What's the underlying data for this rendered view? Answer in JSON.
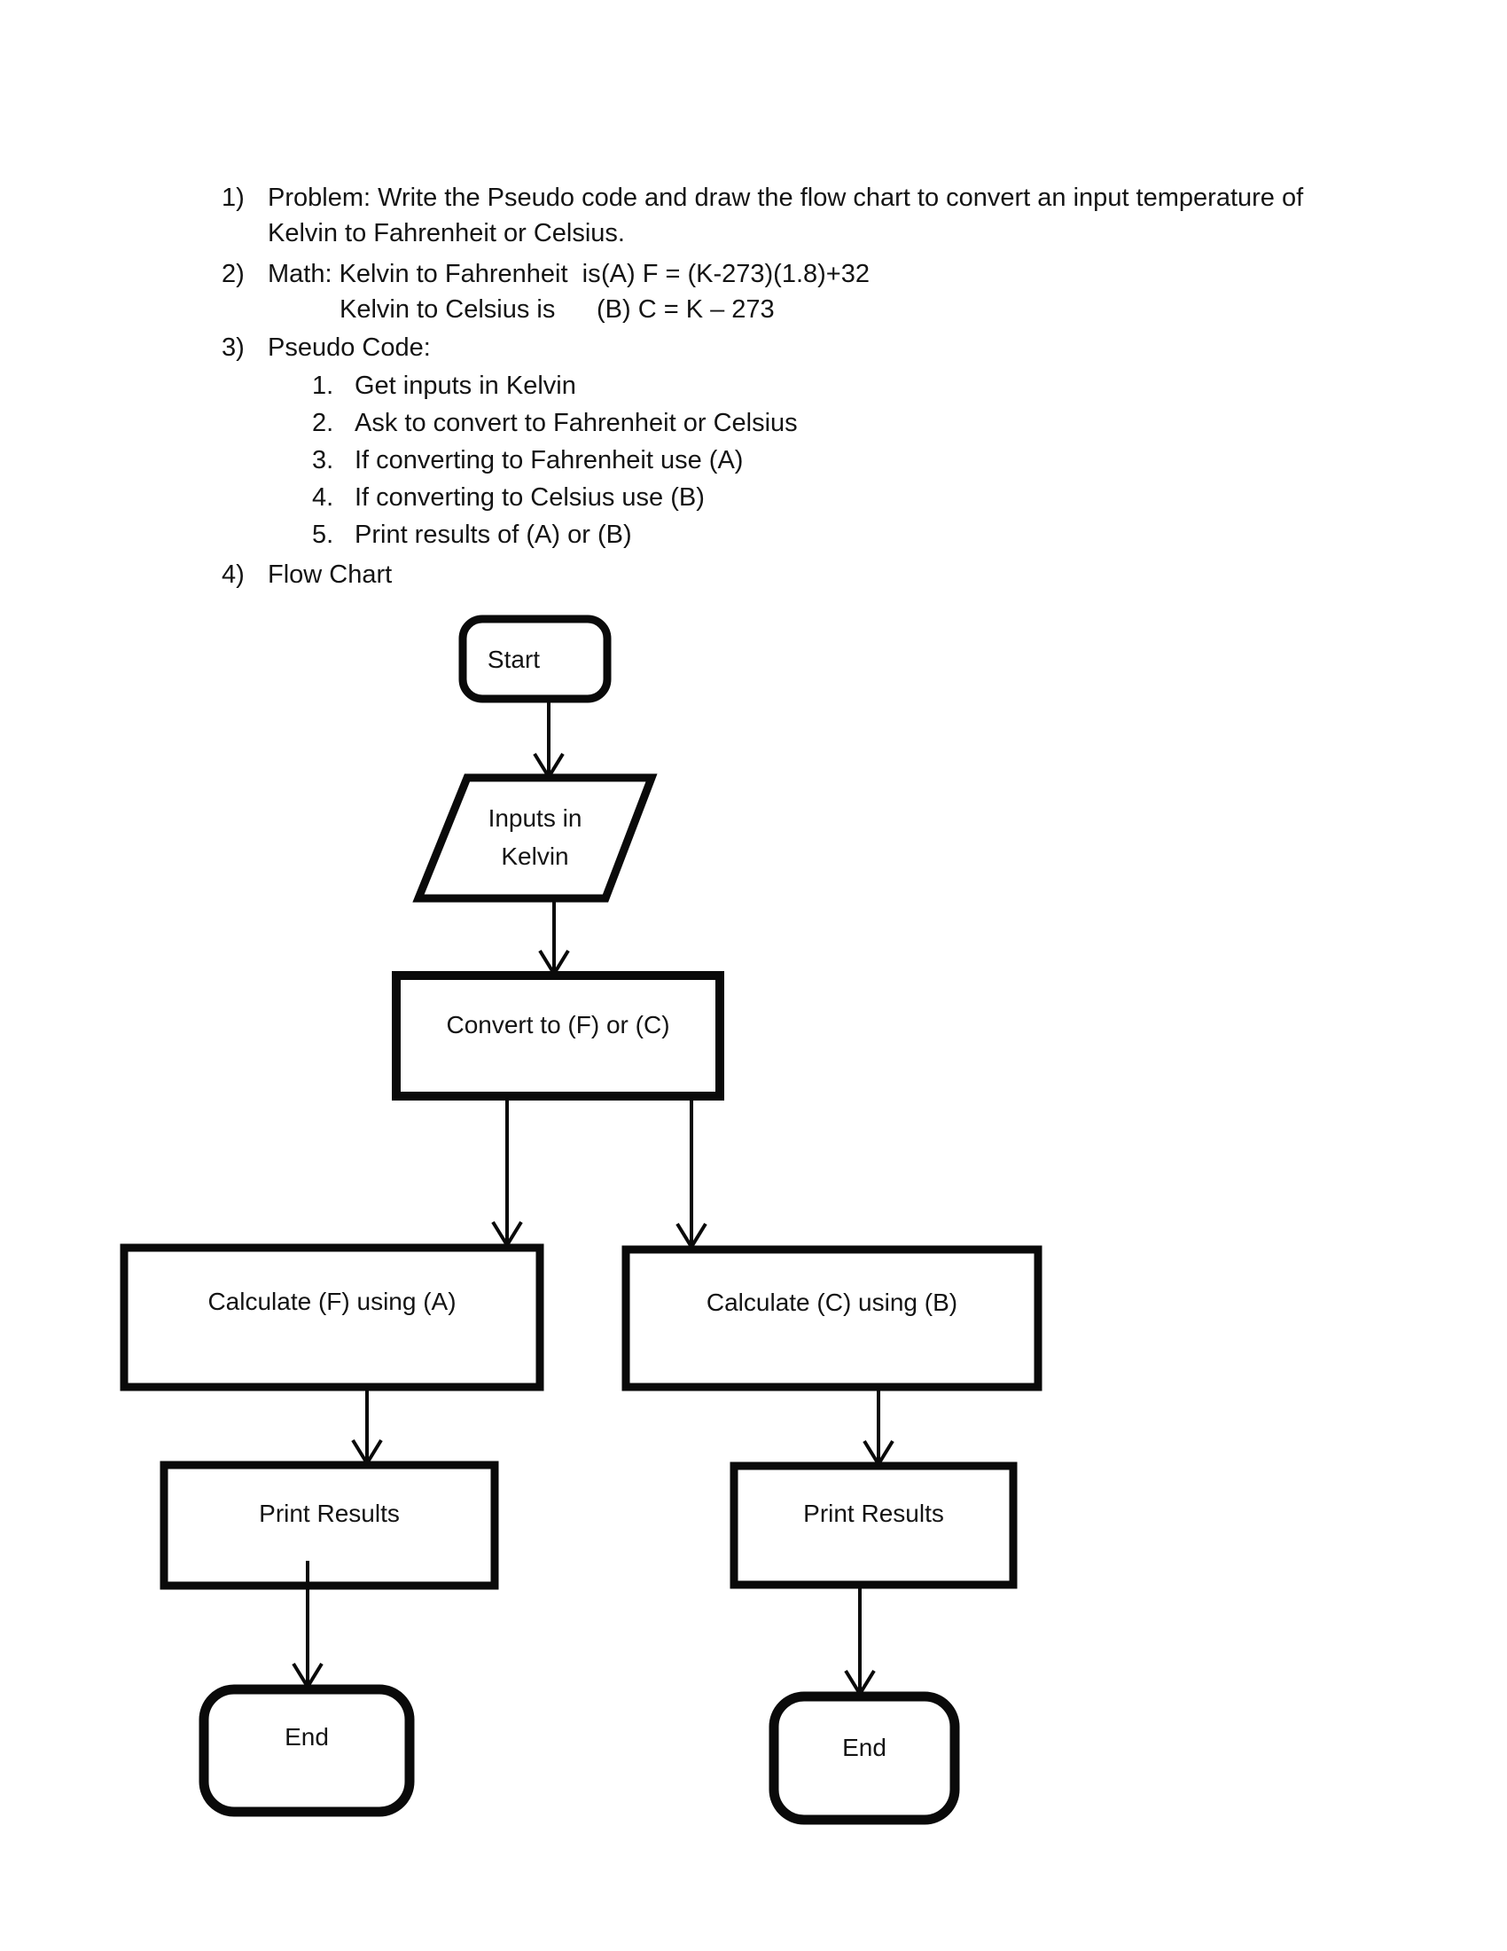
{
  "doc": {
    "item1": {
      "num": "1)",
      "line1": "Problem: Write the Pseudo code and draw the flow chart to convert an input temperature of",
      "line2": "Kelvin to Fahrenheit or Celsius."
    },
    "item2": {
      "num": "2)",
      "line1": "Math: Kelvin to Fahrenheit  is",
      "formula_a": "(A) F = (K-273)(1.8)+32",
      "line2": "Kelvin to Celsius is",
      "formula_b": "(B) C = K – 273"
    },
    "item3": {
      "num": "3)",
      "label": "Pseudo Code:"
    },
    "pseudo_steps": [
      {
        "num": "1.",
        "text": "Get inputs in Kelvin"
      },
      {
        "num": "2.",
        "text": "Ask to convert to Fahrenheit or Celsius"
      },
      {
        "num": "3.",
        "text": "If converting to Fahrenheit use (A)"
      },
      {
        "num": "4.",
        "text": "If converting to Celsius use (B)"
      },
      {
        "num": "5.",
        "text": "Print results of (A) or (B)"
      }
    ],
    "item4": {
      "num": "4)",
      "label": "Flow Chart"
    }
  },
  "flowchart": {
    "start": "Start",
    "input_line1": "Inputs in",
    "input_line2": "Kelvin",
    "convert": "Convert to (F) or (C)",
    "calc_f": "Calculate (F) using (A)",
    "calc_c": "Calculate (C) using (B)",
    "print_left": "Print Results",
    "print_right": "Print Results",
    "end_left": "End",
    "end_right": "End"
  },
  "colors": {
    "ink": "#0a0a0a",
    "paper": "#ffffff"
  }
}
